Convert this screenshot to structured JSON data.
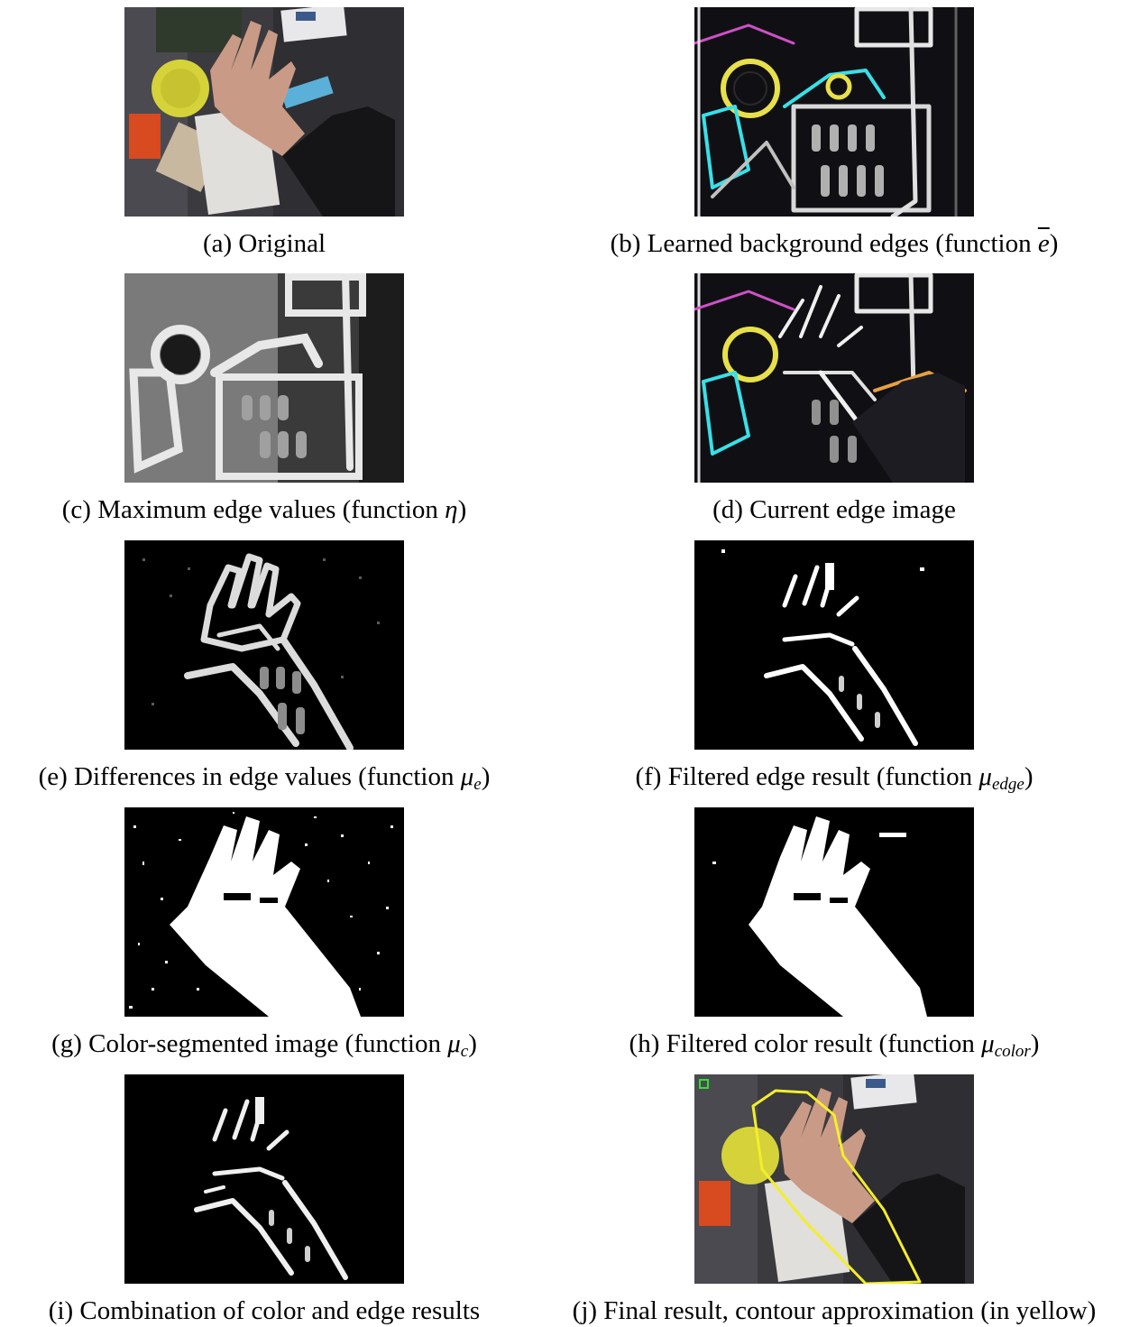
{
  "figure": {
    "panels": [
      {
        "id": "a",
        "caption": "(a) Original",
        "math": "",
        "sub": "",
        "tail": ""
      },
      {
        "id": "b",
        "caption": "(b) Learned background edges (function ",
        "math": "e",
        "sub": "",
        "tail": ")"
      },
      {
        "id": "c",
        "caption": "(c) Maximum edge values (function ",
        "math": "η",
        "sub": "",
        "tail": ")"
      },
      {
        "id": "d",
        "caption": "(d) Current edge image",
        "math": "",
        "sub": "",
        "tail": ""
      },
      {
        "id": "e",
        "caption": "(e) Differences in edge values (function ",
        "math": "μ",
        "sub": "e",
        "tail": ")"
      },
      {
        "id": "f",
        "caption": "(f) Filtered edge result (function ",
        "math": "μ",
        "sub": "edge",
        "tail": ")"
      },
      {
        "id": "g",
        "caption": "(g) Color-segmented image (function ",
        "math": "μ",
        "sub": "c",
        "tail": ")"
      },
      {
        "id": "h",
        "caption": "(h) Filtered color result (function ",
        "math": "μ",
        "sub": "color",
        "tail": ")"
      },
      {
        "id": "i",
        "caption": "(i) Combination of color and edge results",
        "math": "",
        "sub": "",
        "tail": ""
      },
      {
        "id": "j",
        "caption": "(j) Final result, contour approximation (in yellow)",
        "math": "",
        "sub": "",
        "tail": ""
      }
    ]
  },
  "colors": {
    "contour": "#f4ee2a",
    "edge_cyan": "#38e0e8",
    "edge_yellow": "#e8e04a",
    "edge_magenta": "#d050c8",
    "background_dark": "#2a2a2e"
  }
}
